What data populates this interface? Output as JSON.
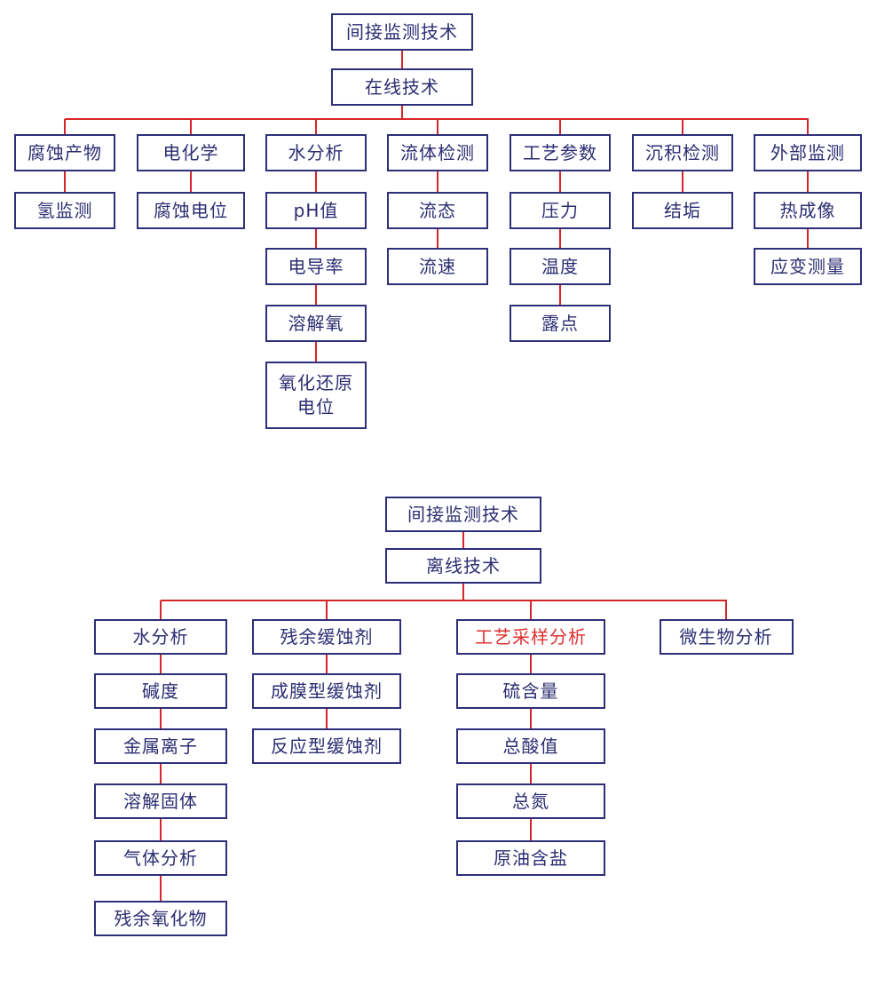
{
  "online_tree": {
    "root": "间接监测技术",
    "sub": "在线技术",
    "columns": [
      {
        "label": "腐蚀产物",
        "children": [
          "氢监测"
        ]
      },
      {
        "label": "电化学",
        "children": [
          "腐蚀电位"
        ]
      },
      {
        "label": "水分析",
        "children": [
          "pH值",
          "电导率",
          "溶解氧",
          "氧化还原\n电位"
        ]
      },
      {
        "label": "流体检测",
        "children": [
          "流态",
          "流速"
        ]
      },
      {
        "label": "工艺参数",
        "children": [
          "压力",
          "温度",
          "露点"
        ]
      },
      {
        "label": "沉积检测",
        "children": [
          "结垢"
        ]
      },
      {
        "label": "外部监测",
        "children": [
          "热成像",
          "应变测量"
        ]
      }
    ]
  },
  "offline_tree": {
    "root": "间接监测技术",
    "sub": "离线技术",
    "columns": [
      {
        "label": "水分析",
        "children": [
          "碱度",
          "金属离子",
          "溶解固体",
          "气体分析",
          "残余氧化物"
        ]
      },
      {
        "label": "残余缓蚀剂",
        "children": [
          "成膜型缓蚀剂",
          "反应型缓蚀剂"
        ]
      },
      {
        "label": "工艺采样分析",
        "highlight": true,
        "children": [
          "硫含量",
          "总酸值",
          "总氮",
          "原油含盐"
        ]
      },
      {
        "label": "微生物分析",
        "children": []
      }
    ]
  },
  "colors": {
    "border": "#2e2f78",
    "text": "#2b2d72",
    "connector": "#d6252a",
    "highlight_text": "#e0302f"
  }
}
